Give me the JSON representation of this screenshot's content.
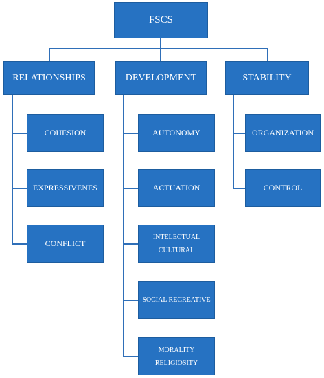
{
  "diagram": {
    "root": {
      "label": "FSCS"
    },
    "categories": [
      {
        "label": "RELATIONSHIPS",
        "children": [
          "COHESION",
          "EXPRESSIVENES",
          "CONFLICT"
        ]
      },
      {
        "label": "DEVELOPMENT",
        "children": [
          "AUTONOMY",
          "ACTUATION",
          "INTELECTUAL CULTURAL",
          "SOCIAL RECREATIVE",
          "MORALITY RELIGIOSITY"
        ]
      },
      {
        "label": "STABILITY",
        "children": [
          "ORGANIZATION",
          "CONTROL"
        ]
      }
    ],
    "colors": {
      "box_fill": "#2672c2",
      "box_text": "#ffffff",
      "connector": "#2f6fb8"
    }
  }
}
